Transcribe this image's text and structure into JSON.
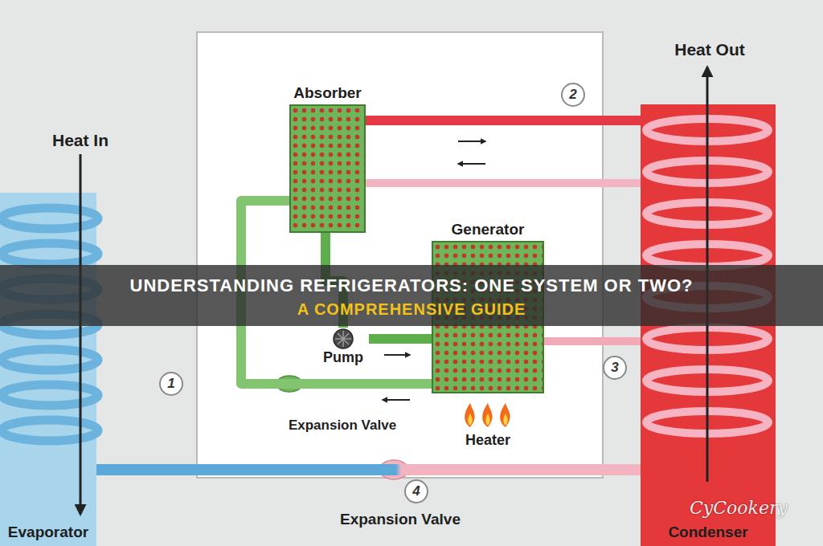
{
  "diagram": {
    "title": "UNDERSTANDING REFRIGERATORS: ONE SYSTEM OR TWO?",
    "nodes": [
      {
        "text": [
          "Absorber"
        ]
      },
      {
        "text": [
          "Generator"
        ]
      },
      {
        "text": [
          "Pump"
        ]
      },
      {
        "text": [
          "Evaporator"
        ]
      },
      {
        "text": [
          "Condenser"
        ]
      }
    ],
    "edges": [
      {
        "from": 0,
        "to": 4,
        "arrow": "none"
      },
      {
        "from": 0,
        "to": 2,
        "arrow": "none"
      },
      {
        "from": 2,
        "to": 1,
        "arrow": "none"
      },
      {
        "from": 1,
        "to": 0,
        "arrow": "none"
      },
      {
        "from": 1,
        "to": 4,
        "arrow": "none"
      },
      {
        "from": 3,
        "to": 4,
        "arrow": "none"
      }
    ],
    "labels": [
      "Heat Out",
      "2",
      "Heat In",
      "A COMPREHENSIVE GUIDE",
      "3",
      "1",
      "Expansion Valve",
      "Heater",
      "4",
      "Expansion Valve",
      "CyCookery"
    ]
  }
}
